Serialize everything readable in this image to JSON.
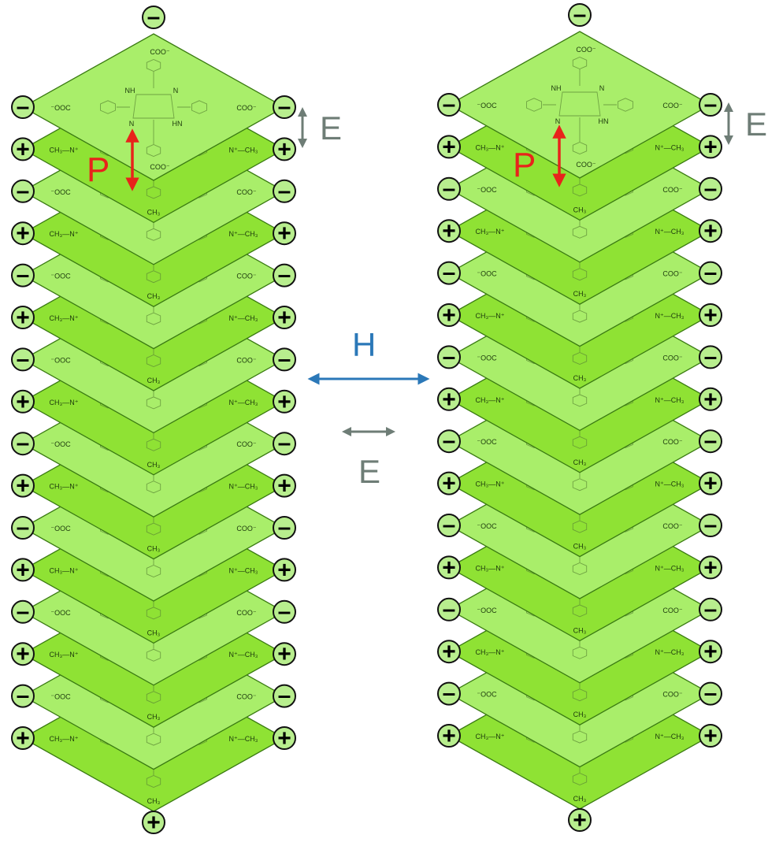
{
  "stacks": [
    {
      "name": "left-stack",
      "layers": [
        {
          "charge": "anion"
        },
        {
          "charge": "cation"
        },
        {
          "charge": "anion"
        },
        {
          "charge": "cation"
        },
        {
          "charge": "anion"
        },
        {
          "charge": "cation"
        },
        {
          "charge": "anion"
        },
        {
          "charge": "cation"
        },
        {
          "charge": "anion"
        },
        {
          "charge": "cation"
        },
        {
          "charge": "anion"
        },
        {
          "charge": "cation"
        },
        {
          "charge": "anion"
        },
        {
          "charge": "cation"
        },
        {
          "charge": "anion"
        },
        {
          "charge": "cation"
        }
      ]
    },
    {
      "name": "right-stack",
      "layers": [
        {
          "charge": "anion"
        },
        {
          "charge": "cation"
        },
        {
          "charge": "anion"
        },
        {
          "charge": "cation"
        },
        {
          "charge": "anion"
        },
        {
          "charge": "cation"
        },
        {
          "charge": "anion"
        },
        {
          "charge": "cation"
        },
        {
          "charge": "anion"
        },
        {
          "charge": "cation"
        },
        {
          "charge": "anion"
        },
        {
          "charge": "cation"
        },
        {
          "charge": "anion"
        },
        {
          "charge": "cation"
        },
        {
          "charge": "anion"
        },
        {
          "charge": "cation"
        }
      ]
    }
  ],
  "charge_signs": {
    "anion": "-",
    "cation": "+"
  },
  "chem_labels": {
    "carboxylate_top": "COO⁻",
    "carboxylate_left": "⁻OOC",
    "carboxylate_right": "COO⁻",
    "pyridinium_left": "CH₃—N⁺",
    "pyridinium_right": "N⁺—CH₃",
    "methyl": "CH₃",
    "nh": "NH",
    "hn": "HN",
    "n": "N"
  },
  "labels": {
    "polarization": "P",
    "electric_field_side": "E",
    "magnetic_field": "H",
    "electric_field_center": "E"
  },
  "colors": {
    "anion_plate": "#a9ee6a",
    "cation_plate": "#8fe234",
    "polarization_arrow": "#e8231b",
    "magnetic_arrow": "#2b78b8",
    "field_arrow": "#6e7d76"
  },
  "icons": {
    "polarization_arrow": "double-arrow-vertical",
    "field_arrow_side": "double-arrow-vertical",
    "magnetic_arrow": "double-arrow-horizontal",
    "field_arrow_center": "double-arrow-horizontal"
  }
}
